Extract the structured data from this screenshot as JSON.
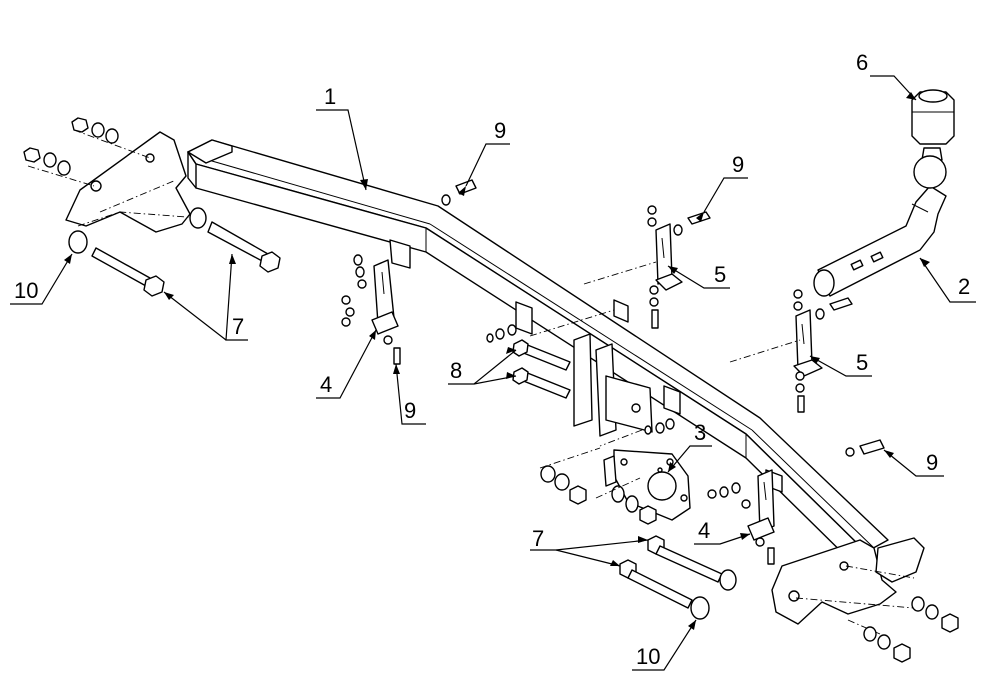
{
  "callouts": {
    "c1": "1",
    "c2": "2",
    "c3": "3",
    "c4a": "4",
    "c4b": "4",
    "c5a": "5",
    "c5b": "5",
    "c6": "6",
    "c7a": "7",
    "c7b": "7",
    "c8": "8",
    "c9a": "9",
    "c9b": "9",
    "c9c": "9",
    "c9d": "9",
    "c10a": "10",
    "c10b": "10"
  }
}
